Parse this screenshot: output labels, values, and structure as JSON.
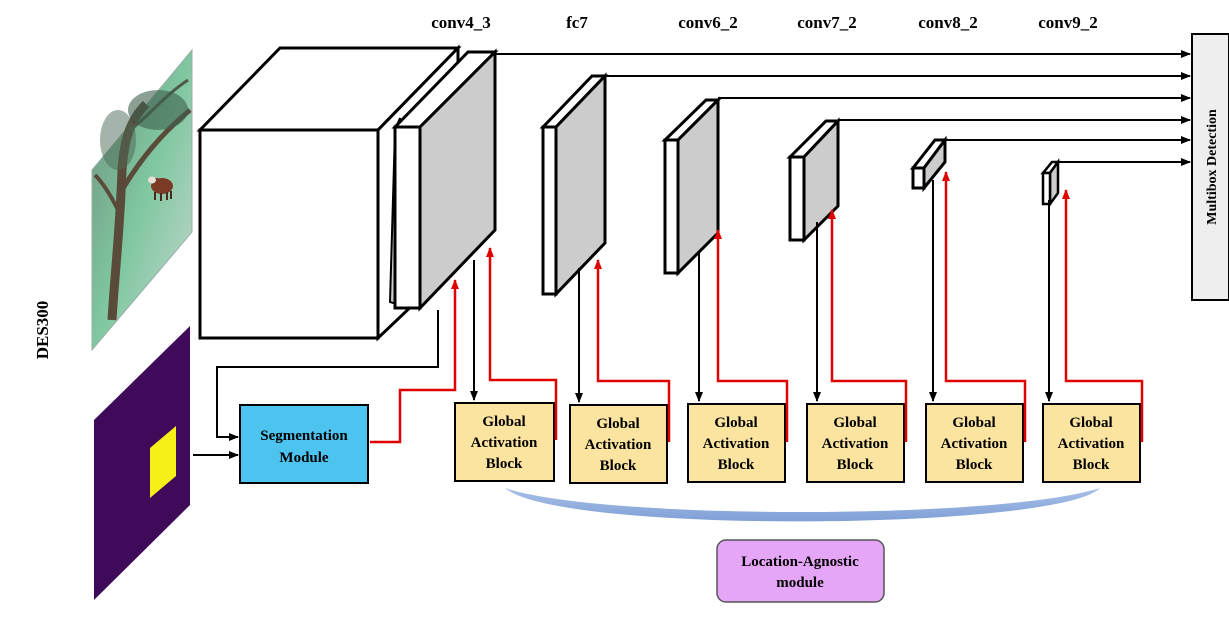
{
  "model_label": "DES300",
  "layer_labels": [
    "conv4_3",
    "fc7",
    "conv6_2",
    "conv7_2",
    "conv8_2",
    "conv9_2"
  ],
  "multibox_label": "Multibox Detection",
  "segmentation_module": {
    "line1": "Segmentation",
    "line2": "Module"
  },
  "gab_blocks": [
    {
      "line1": "Global",
      "line2": "Activation",
      "line3": "Block"
    },
    {
      "line1": "Global",
      "line2": "Activation",
      "line3": "Block"
    },
    {
      "line1": "Global",
      "line2": "Activation",
      "line3": "Block"
    },
    {
      "line1": "Global",
      "line2": "Activation",
      "line3": "Block"
    },
    {
      "line1": "Global",
      "line2": "Activation",
      "line3": "Block"
    },
    {
      "line1": "Global",
      "line2": "Activation",
      "line3": "Block"
    }
  ],
  "location_agnostic": {
    "line1": "Location-Agnostic",
    "line2": "module"
  },
  "colors": {
    "segmentation_fill": "#4dc3ef",
    "gab_fill": "#fbe3a0",
    "location_fill": "#e6a6f7",
    "feature_face": "#cccccc",
    "mask_bg": "#3f0a5a",
    "mask_rect": "#f5f018",
    "red_arrow": "#e00000",
    "band": "#8aa9dc"
  }
}
